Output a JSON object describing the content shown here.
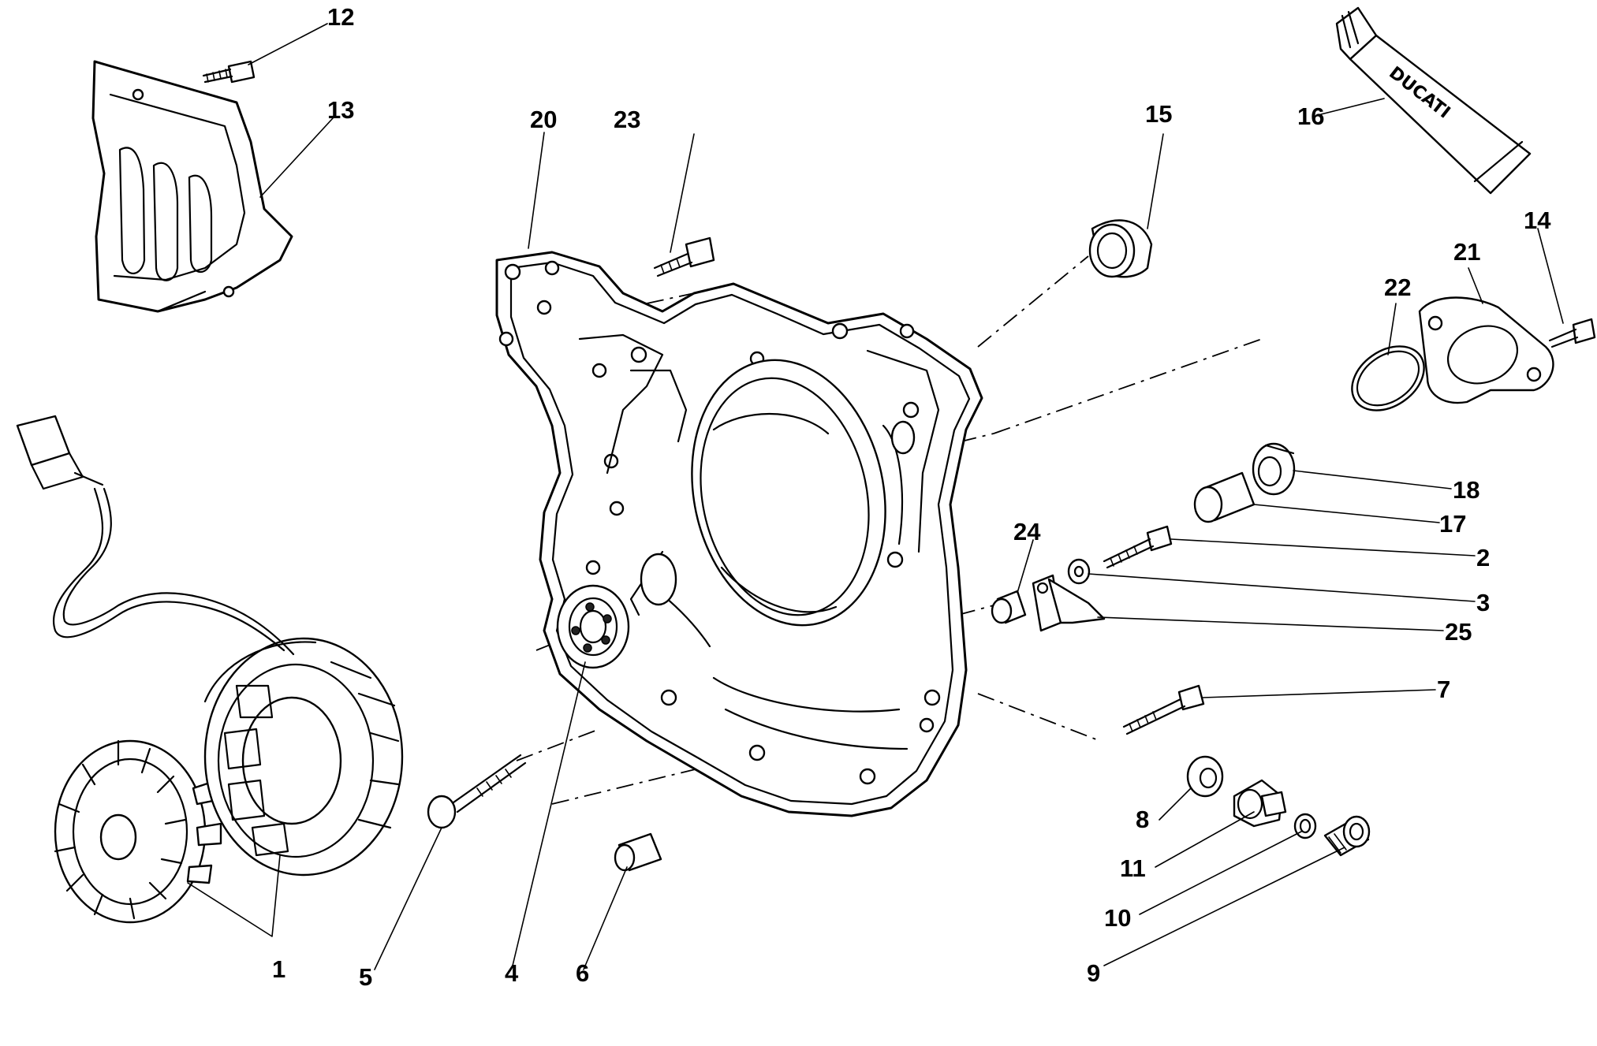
{
  "diagram": {
    "brand_mark": "DUCATI",
    "callouts": [
      {
        "id": "1",
        "label": "1"
      },
      {
        "id": "2",
        "label": "2"
      },
      {
        "id": "3",
        "label": "3"
      },
      {
        "id": "4",
        "label": "4"
      },
      {
        "id": "5",
        "label": "5"
      },
      {
        "id": "6",
        "label": "6"
      },
      {
        "id": "7",
        "label": "7"
      },
      {
        "id": "8",
        "label": "8"
      },
      {
        "id": "9",
        "label": "9"
      },
      {
        "id": "10",
        "label": "10"
      },
      {
        "id": "11",
        "label": "11"
      },
      {
        "id": "12",
        "label": "12"
      },
      {
        "id": "13",
        "label": "13"
      },
      {
        "id": "14",
        "label": "14"
      },
      {
        "id": "15",
        "label": "15"
      },
      {
        "id": "16",
        "label": "16"
      },
      {
        "id": "17",
        "label": "17"
      },
      {
        "id": "18",
        "label": "18"
      },
      {
        "id": "20",
        "label": "20"
      },
      {
        "id": "21",
        "label": "21"
      },
      {
        "id": "22",
        "label": "22"
      },
      {
        "id": "23",
        "label": "23"
      },
      {
        "id": "24",
        "label": "24"
      },
      {
        "id": "25",
        "label": "25"
      }
    ]
  }
}
